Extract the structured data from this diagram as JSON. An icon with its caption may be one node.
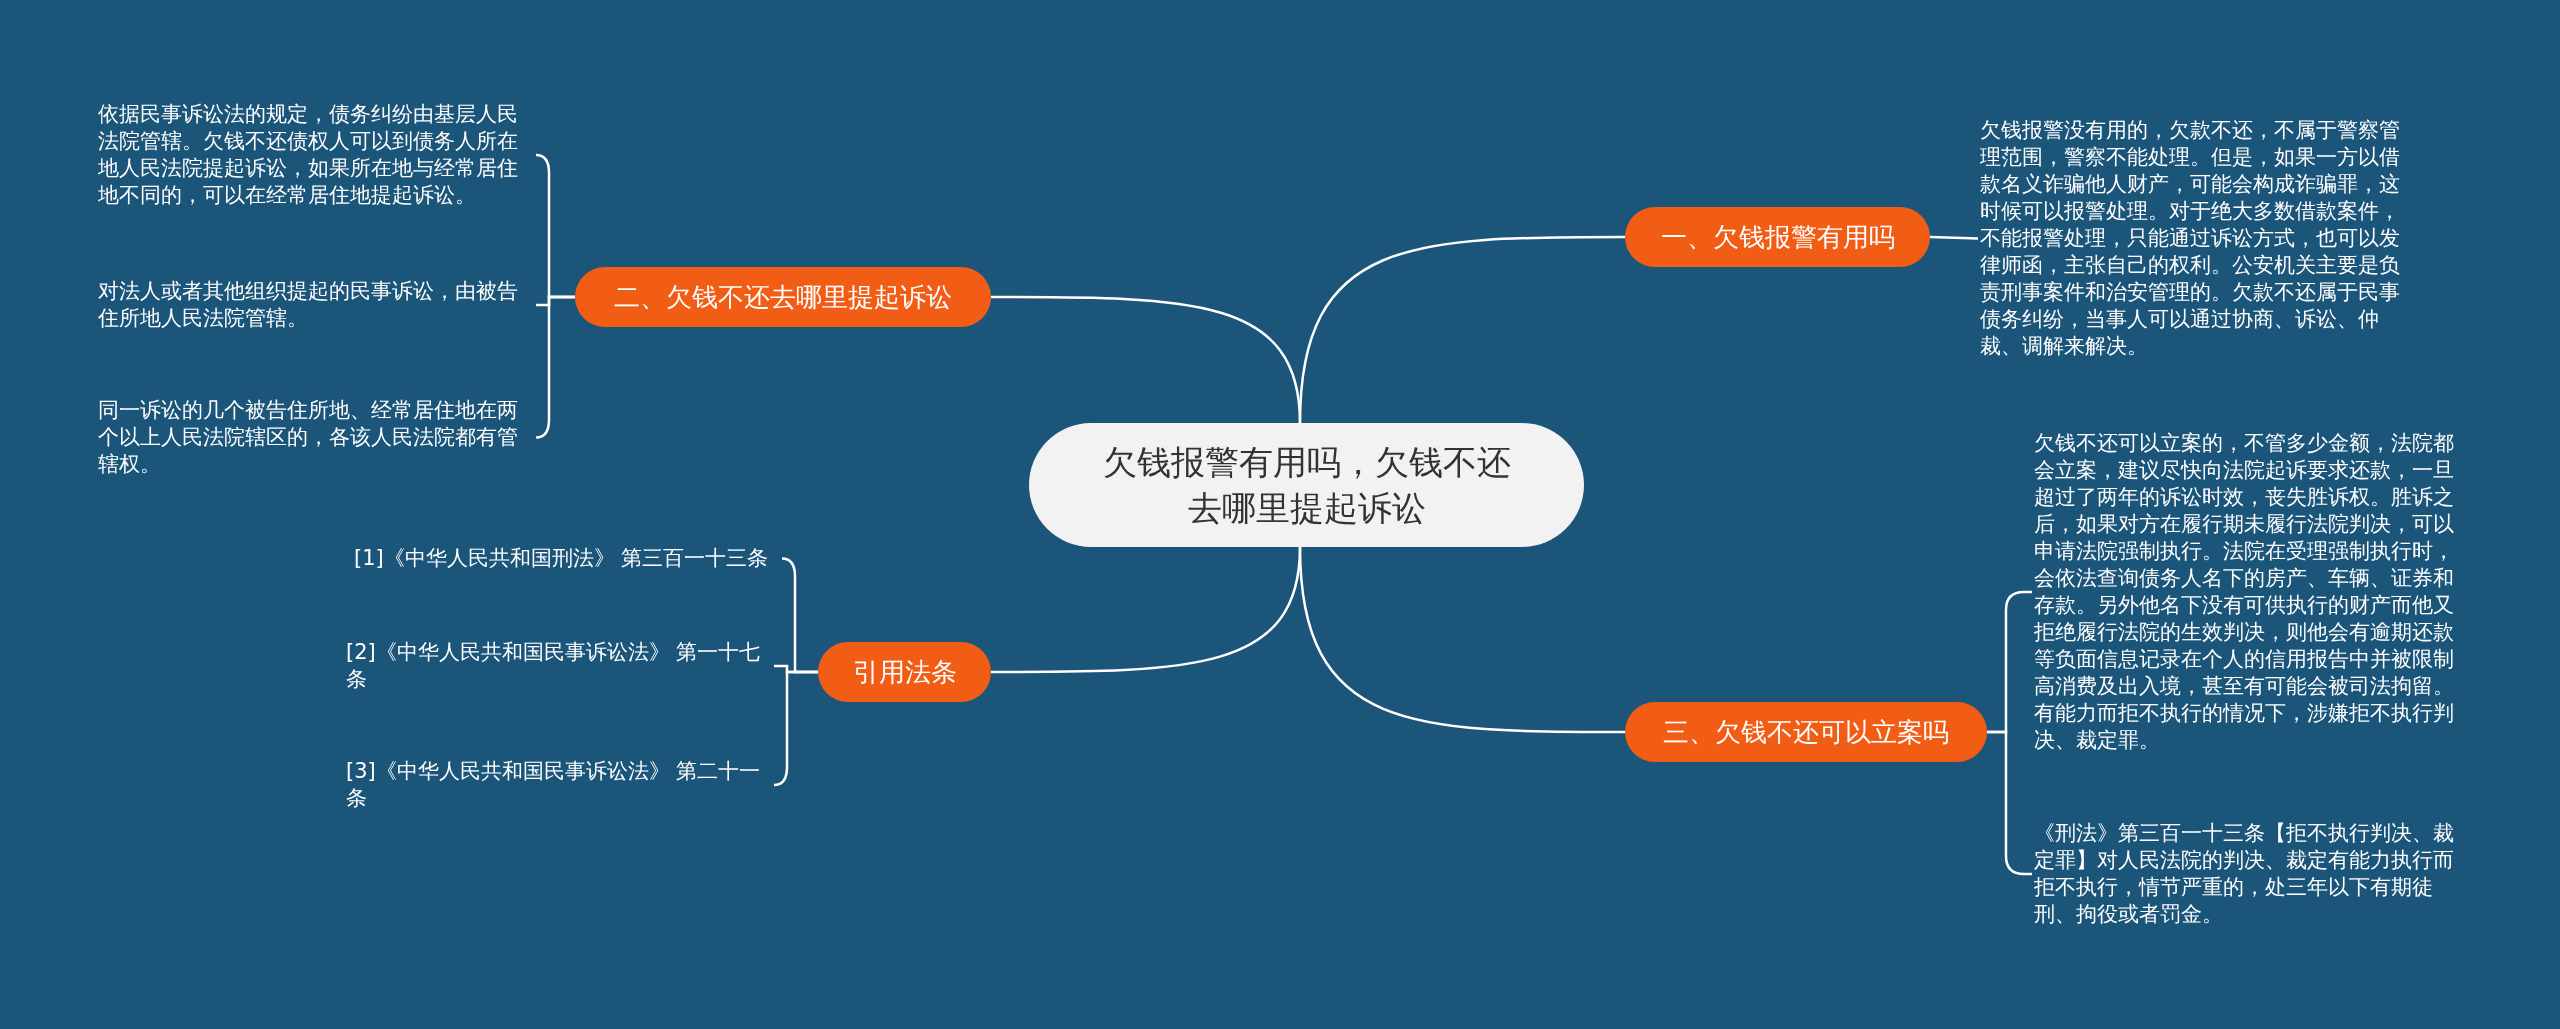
{
  "diagram": {
    "nodes": [
      {
        "text": [
          "欠钱报警有用吗，欠钱不还去哪里提起诉讼"
        ]
      },
      {
        "text": [
          "一、欠钱报警有用吗"
        ]
      },
      {
        "text": [
          "欠钱报警没有用的，欠款不还，不属于警察管理范围，警察不能处理。但是，如果一方以借款名义诈骗他人财产，可能会构成诈骗罪，这时候可以报警处理。对于绝大多数借款案件，不能报警处理，只能通过诉讼方式，也可以发律师函，主张自己的权利。公安机关主要是负责刑事案件和治安管理的。欠款不还属于民事债务纠纷，当事人可以通过协商、诉讼、仲裁、调解来解决。"
        ]
      },
      {
        "text": [
          "二、欠钱不还去哪里提起诉讼"
        ]
      },
      {
        "text": [
          "依据民事诉讼法的规定，债务纠纷由基层人民法院管辖。欠钱不还债权人可以到债务人所在地人民法院提起诉讼，如果所在地与经常居住地不同的，可以在经常居住地提起诉讼。"
        ]
      },
      {
        "text": [
          "对法人或者其他组织提起的民事诉讼，由被告住所地人民法院管辖。"
        ]
      },
      {
        "text": [
          "同一诉讼的几个被告住所地、经常居住地在两个以上人民法院辖区的，各该人民法院都有管辖权。"
        ]
      },
      {
        "text": [
          "引用法条"
        ]
      },
      {
        "text": [
          "[1]《中华人民共和国刑法》 第三百一十三条"
        ]
      },
      {
        "text": [
          "[2]《中华人民共和国民事诉讼法》 第一十七条"
        ]
      },
      {
        "text": [
          "[3]《中华人民共和国民事诉讼法》 第二十一条"
        ]
      },
      {
        "text": [
          "三、欠钱不还可以立案吗"
        ]
      },
      {
        "text": [
          "欠钱不还可以立案的，不管多少金额，法院都会立案，建议尽快向法院起诉要求还款，一旦超过了两年的诉讼时效，丧失胜诉权。胜诉之后，如果对方在履行期未履行法院判决，可以申请法院强制执行。法院在受理强制执行时，会依法查询债务人名下的房产、车辆、证券和存款。另外他名下没有可供执行的财产而他又拒绝履行法院的生效判决，则他会有逾期还款等负面信息记录在个人的信用报告中并被限制高消费及出入境，甚至有可能会被司法拘留。有能力而拒不执行的情况下，涉嫌拒不执行判决、裁定罪。"
        ]
      },
      {
        "text": [
          "《刑法》第三百一十三条【拒不执行判决、裁定罪】对人民法院的判决、裁定有能力执行而拒不执行，情节严重的，处三年以下有期徒刑、拘役或者罚金。"
        ]
      }
    ],
    "edges": [
      {
        "from": 0,
        "to": 1,
        "arrow": "none"
      },
      {
        "from": 1,
        "to": 2,
        "arrow": "none"
      },
      {
        "from": 0,
        "to": 3,
        "arrow": "none"
      },
      {
        "from": 3,
        "to": 4,
        "arrow": "none"
      },
      {
        "from": 3,
        "to": 5,
        "arrow": "none"
      },
      {
        "from": 3,
        "to": 6,
        "arrow": "none"
      },
      {
        "from": 0,
        "to": 7,
        "arrow": "none"
      },
      {
        "from": 7,
        "to": 8,
        "arrow": "none"
      },
      {
        "from": 7,
        "to": 9,
        "arrow": "none"
      },
      {
        "from": 7,
        "to": 10,
        "arrow": "none"
      },
      {
        "from": 0,
        "to": 11,
        "arrow": "none"
      },
      {
        "from": 11,
        "to": 12,
        "arrow": "none"
      },
      {
        "from": 11,
        "to": 13,
        "arrow": "none"
      }
    ]
  }
}
